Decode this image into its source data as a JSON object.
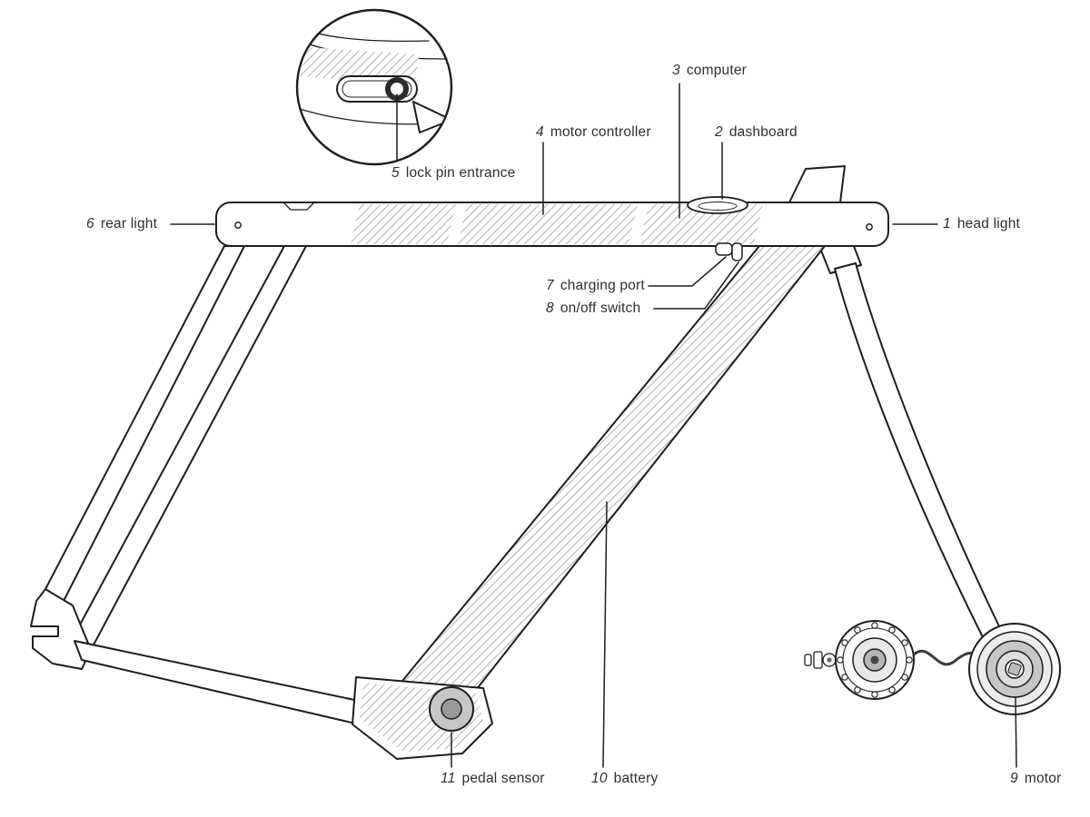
{
  "diagram": {
    "type": "exploded-parts-diagram",
    "subject": "e-bike frame components",
    "labels": [
      {
        "num": "1",
        "text": "head light"
      },
      {
        "num": "2",
        "text": "dashboard"
      },
      {
        "num": "3",
        "text": "computer"
      },
      {
        "num": "4",
        "text": "motor controller"
      },
      {
        "num": "5",
        "text": "lock pin entrance"
      },
      {
        "num": "6",
        "text": "rear light"
      },
      {
        "num": "7",
        "text": "charging port"
      },
      {
        "num": "8",
        "text": "on/off switch"
      },
      {
        "num": "9",
        "text": "motor"
      },
      {
        "num": "10",
        "text": "battery"
      },
      {
        "num": "11",
        "text": "pedal sensor"
      }
    ],
    "colors": {
      "line": "#1d1d1d",
      "hatch": "#a9a9a9",
      "label_text": "#2e2e2e",
      "sensor_fill": "#c6c6c6",
      "motor_fill": "#c7c7c7"
    }
  }
}
